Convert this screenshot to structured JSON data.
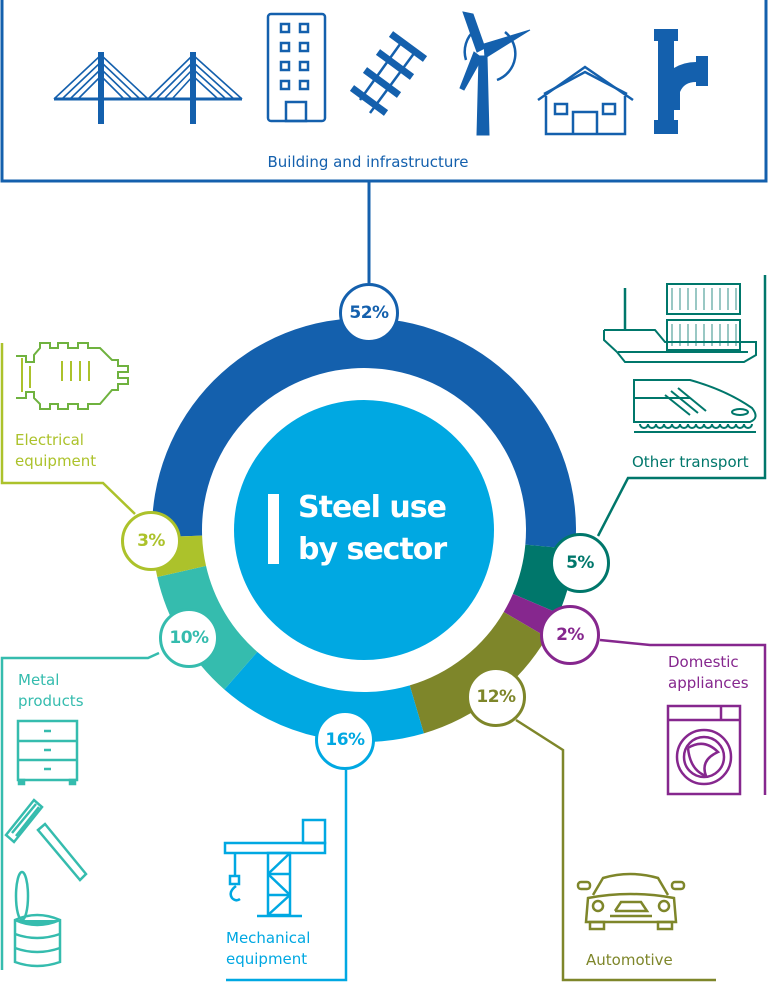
{
  "title": "Steel use by sector",
  "title_lines": [
    "Steel use",
    "by sector"
  ],
  "colors": {
    "building": "#1460ad",
    "other_transport": "#00776b",
    "domestic": "#86278e",
    "automotive": "#7e862a",
    "mechanical": "#00a8e2",
    "metal_products": "#35bcae",
    "electrical": "#acc22b",
    "center": "#00a8e2"
  },
  "sectors": [
    {
      "key": "building",
      "label": "Building and infrastructure",
      "value": 52,
      "pct_label": "52%"
    },
    {
      "key": "other_transport",
      "label": "Other transport",
      "value": 5,
      "pct_label": "5%"
    },
    {
      "key": "domestic",
      "label": "Domestic appliances",
      "label_lines": [
        "Domestic",
        "appliances"
      ],
      "value": 2,
      "pct_label": "2%"
    },
    {
      "key": "automotive",
      "label": "Automotive",
      "value": 12,
      "pct_label": "12%"
    },
    {
      "key": "mechanical",
      "label": "Mechanical equipment",
      "label_lines": [
        "Mechanical",
        "equipment"
      ],
      "value": 16,
      "pct_label": "16%"
    },
    {
      "key": "metal_products",
      "label": "Metal products",
      "label_lines": [
        "Metal",
        "products"
      ],
      "value": 10,
      "pct_label": "10%"
    },
    {
      "key": "electrical",
      "label": "Electrical equipment",
      "label_lines": [
        "Electrical",
        "equipment"
      ],
      "value": 3,
      "pct_label": "3%"
    }
  ],
  "icons": {
    "building": [
      "cable-bridge-icon",
      "cable-bridge-icon",
      "office-building-icon",
      "railway-track-icon",
      "wind-turbine-icon",
      "house-icon",
      "steel-pipe-icon"
    ],
    "other_transport": [
      "container-ship-icon",
      "high-speed-train-icon"
    ],
    "domestic": [
      "washing-machine-icon"
    ],
    "automotive": [
      "car-icon"
    ],
    "mechanical": [
      "crane-icon"
    ],
    "metal_products": [
      "drawer-cabinet-icon",
      "razor-icon",
      "tin-can-icon"
    ],
    "electrical": [
      "electric-motor-icon"
    ]
  },
  "chart_data": {
    "type": "pie",
    "title": "Steel use by sector",
    "categories": [
      "Building and infrastructure",
      "Other transport",
      "Domestic appliances",
      "Automotive",
      "Mechanical equipment",
      "Metal products",
      "Electrical equipment"
    ],
    "values": [
      52,
      5,
      2,
      12,
      16,
      10,
      3
    ],
    "unit": "%",
    "donut": true,
    "colors": [
      "#1460ad",
      "#00776b",
      "#86278e",
      "#7e862a",
      "#00a8e2",
      "#35bcae",
      "#acc22b"
    ]
  }
}
